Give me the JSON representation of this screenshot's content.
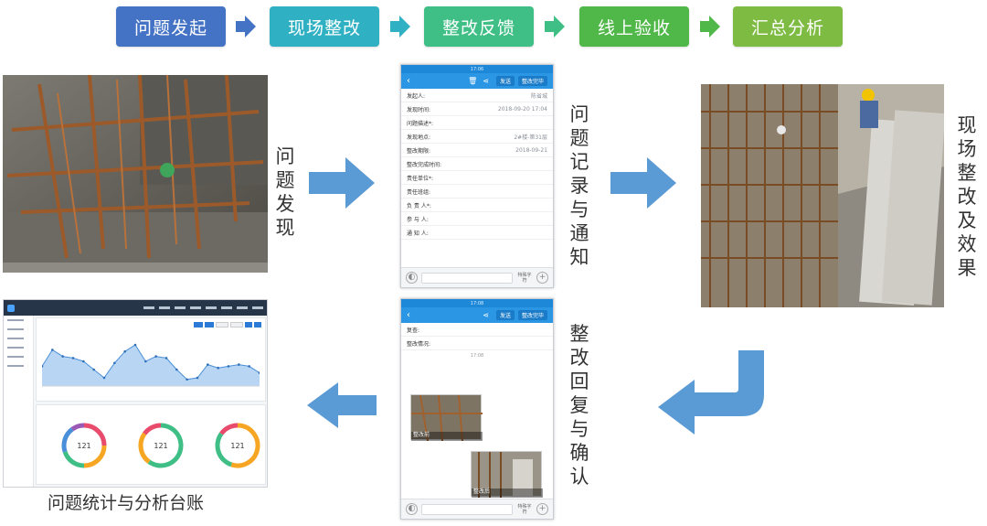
{
  "steps": [
    {
      "label": "问题发起",
      "color": "#4472c4"
    },
    {
      "label": "现场整改",
      "color": "#2fb0c3"
    },
    {
      "label": "整改反馈",
      "color": "#3fbf85"
    },
    {
      "label": "线上验收",
      "color": "#50b848"
    },
    {
      "label": "汇总分析",
      "color": "#7dbb42"
    }
  ],
  "step_arrow_colors": [
    "#4472c4",
    "#2fb0c3",
    "#3fbf85",
    "#50b848"
  ],
  "captions": {
    "discover": "问题发现",
    "record": "问题记录与通知",
    "rectify": "现场整改及效果",
    "reply": "整改回复与确认",
    "ledger": "问题统计与分析台账"
  },
  "arrow_color": "#5b9bd5",
  "phone1": {
    "status": "17:06",
    "btn_a": "发送",
    "btn_b": "整改完毕",
    "rows": [
      {
        "k": "发起人:",
        "v": "陈省城"
      },
      {
        "k": "发现时间:",
        "v": "2018-09-20 17:04"
      },
      {
        "k": "问题描述*:",
        "v": ""
      },
      {
        "k": "发现地点:",
        "v": "2#楼-第31层"
      },
      {
        "k": "整改期限:",
        "v": "2018-09-21"
      },
      {
        "k": "整改完成时间:",
        "v": ""
      },
      {
        "k": "责任单位*:",
        "v": ""
      },
      {
        "k": "责任班组:",
        "v": ""
      },
      {
        "k": "负 责 人*:",
        "v": ""
      },
      {
        "k": "参 与 人:",
        "v": ""
      },
      {
        "k": "通 知 人:",
        "v": ""
      }
    ],
    "foot_side": "特殊字符"
  },
  "phone2": {
    "status": "17:08",
    "btn_a": "发送",
    "btn_b": "整改完毕",
    "rows": [
      {
        "k": "复查:",
        "v": ""
      },
      {
        "k": "整改情况:",
        "v": ""
      }
    ],
    "time": "17:08",
    "before": "整改前",
    "after": "整改后",
    "foot_side": "特殊字符"
  },
  "dashboard": {
    "title": "",
    "menu": [
      "",
      "",
      "",
      "",
      "",
      ""
    ],
    "chart_data": {
      "type": "area",
      "values": [
        12,
        22,
        18,
        17,
        15,
        10,
        5,
        14,
        21,
        25,
        15,
        18,
        17,
        10,
        4,
        5,
        13,
        11,
        12,
        13,
        12,
        8
      ]
    },
    "donuts": [
      "121",
      "121",
      "121"
    ]
  }
}
